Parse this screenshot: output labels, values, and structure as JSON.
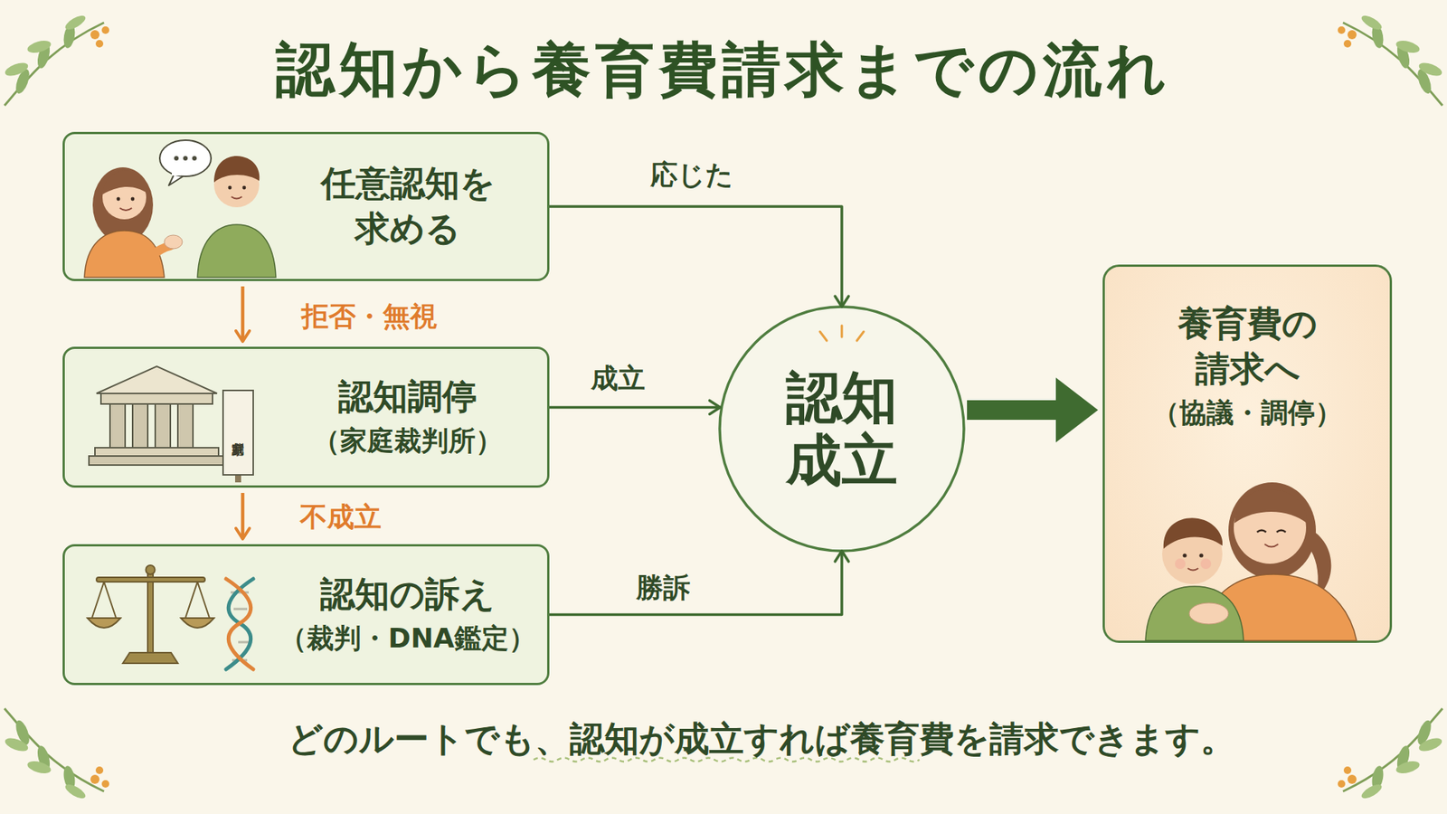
{
  "diagram": {
    "title": "認知から養育費請求までの流れ",
    "caption": "どのルートでも、認知が成立すれば養育費を請求できます。",
    "nodes": [
      {
        "text": [
          "任意認知を 求める"
        ]
      },
      {
        "text": [
          "認知調停",
          "（家庭裁判所）"
        ]
      },
      {
        "text": [
          "認知の訴え",
          "（裁判・DNA鑑定）"
        ]
      },
      {
        "text": [
          "認知 成立"
        ]
      },
      {
        "text": [
          "養育費の 請求へ",
          "（協議・調停）"
        ]
      }
    ],
    "edges": [
      {
        "from": 0,
        "to": 3,
        "label": "応じた",
        "arrow": "to"
      },
      {
        "from": 0,
        "to": 1,
        "label": "拒否・無視",
        "arrow": "to"
      },
      {
        "from": 1,
        "to": 3,
        "label": "成立",
        "arrow": "to"
      },
      {
        "from": 1,
        "to": 2,
        "label": "不成立",
        "arrow": "to"
      },
      {
        "from": 2,
        "to": 3,
        "label": "勝訴",
        "arrow": "to"
      },
      {
        "from": 3,
        "to": 4,
        "arrow": "to"
      }
    ],
    "labels": [
      "家庭裁判所"
    ]
  }
}
